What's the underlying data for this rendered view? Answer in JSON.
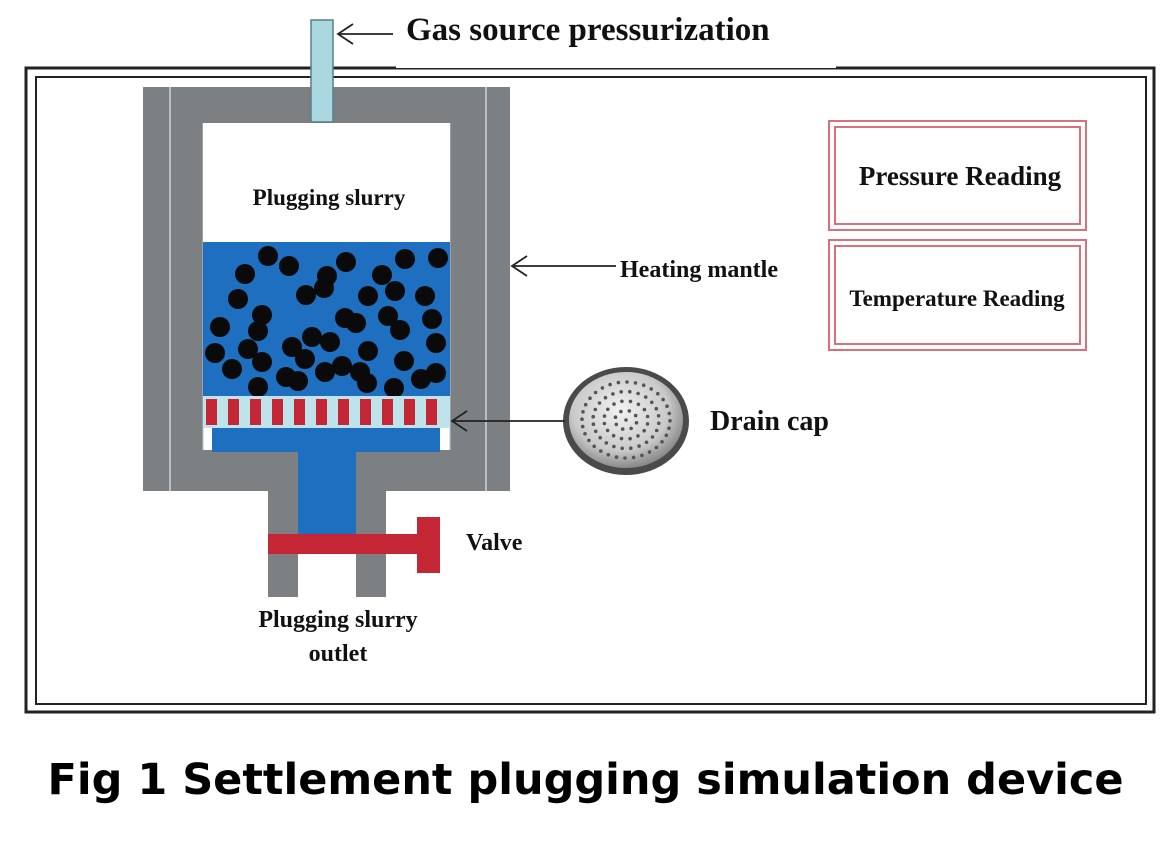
{
  "figure": {
    "caption": "Fig 1 Settlement plugging simulation device"
  },
  "labels": {
    "gas_source": "Gas source pressurization",
    "slurry": "Plugging slurry",
    "heating_mantle": "Heating mantle",
    "drain_cap": "Drain cap",
    "valve": "Valve",
    "outlet_line1": "Plugging slurry",
    "outlet_line2": "outlet"
  },
  "readings": {
    "pressure": "Pressure Reading",
    "temperature": "Temperature Reading"
  },
  "colors": {
    "wall_gray": "#7d8083",
    "slurry_blue": "#1f6fc0",
    "particle_black": "#0a0a0a",
    "valve_red": "#c42635",
    "reading_border": "#d9707a",
    "inlet_pipe": "#a9d8e0",
    "filter_light": "#bfe3ea",
    "frame_border": "#222222"
  },
  "icons": {
    "drain_cap": "perforated-disc-icon",
    "arrows": "arrow-left-icon"
  }
}
